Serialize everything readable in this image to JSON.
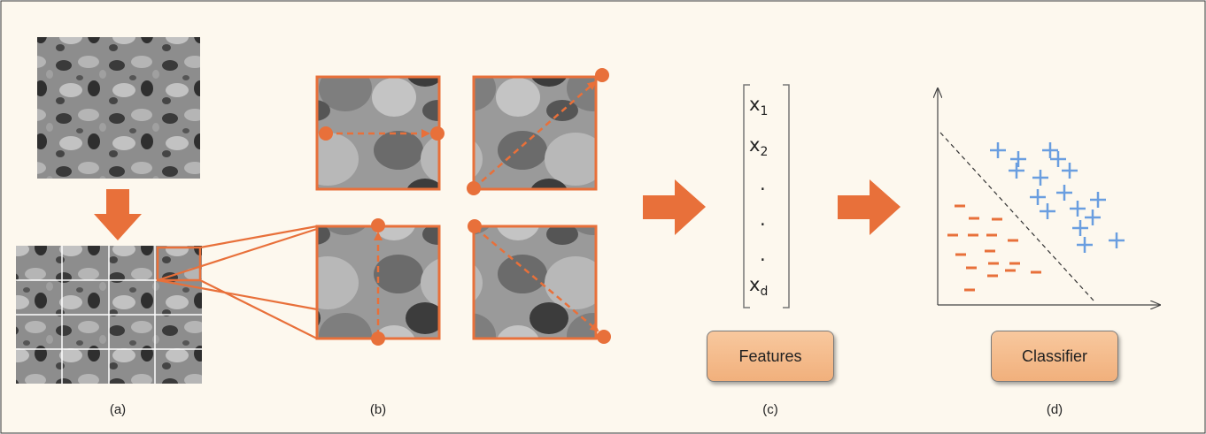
{
  "panels": {
    "a": "(a)",
    "b": "(b)",
    "c": "(c)",
    "d": "(d)"
  },
  "features_vector": {
    "x1_base": "x",
    "x1_sub": "1",
    "x2_base": "x",
    "x2_sub": "2",
    "dot1": ".",
    "dot2": ".",
    "dot3": ".",
    "xd_base": "x",
    "xd_sub": "d"
  },
  "buttons": {
    "features": "Features",
    "classifier": "Classifier"
  },
  "colors": {
    "accent": "#e8703a",
    "plus": "#6a9ee0",
    "frame_bg": "#fdf8ee",
    "box_fill": "#f4b98a"
  },
  "classifier_plot": {
    "plus_marks": 16,
    "minus_marks": 16
  }
}
